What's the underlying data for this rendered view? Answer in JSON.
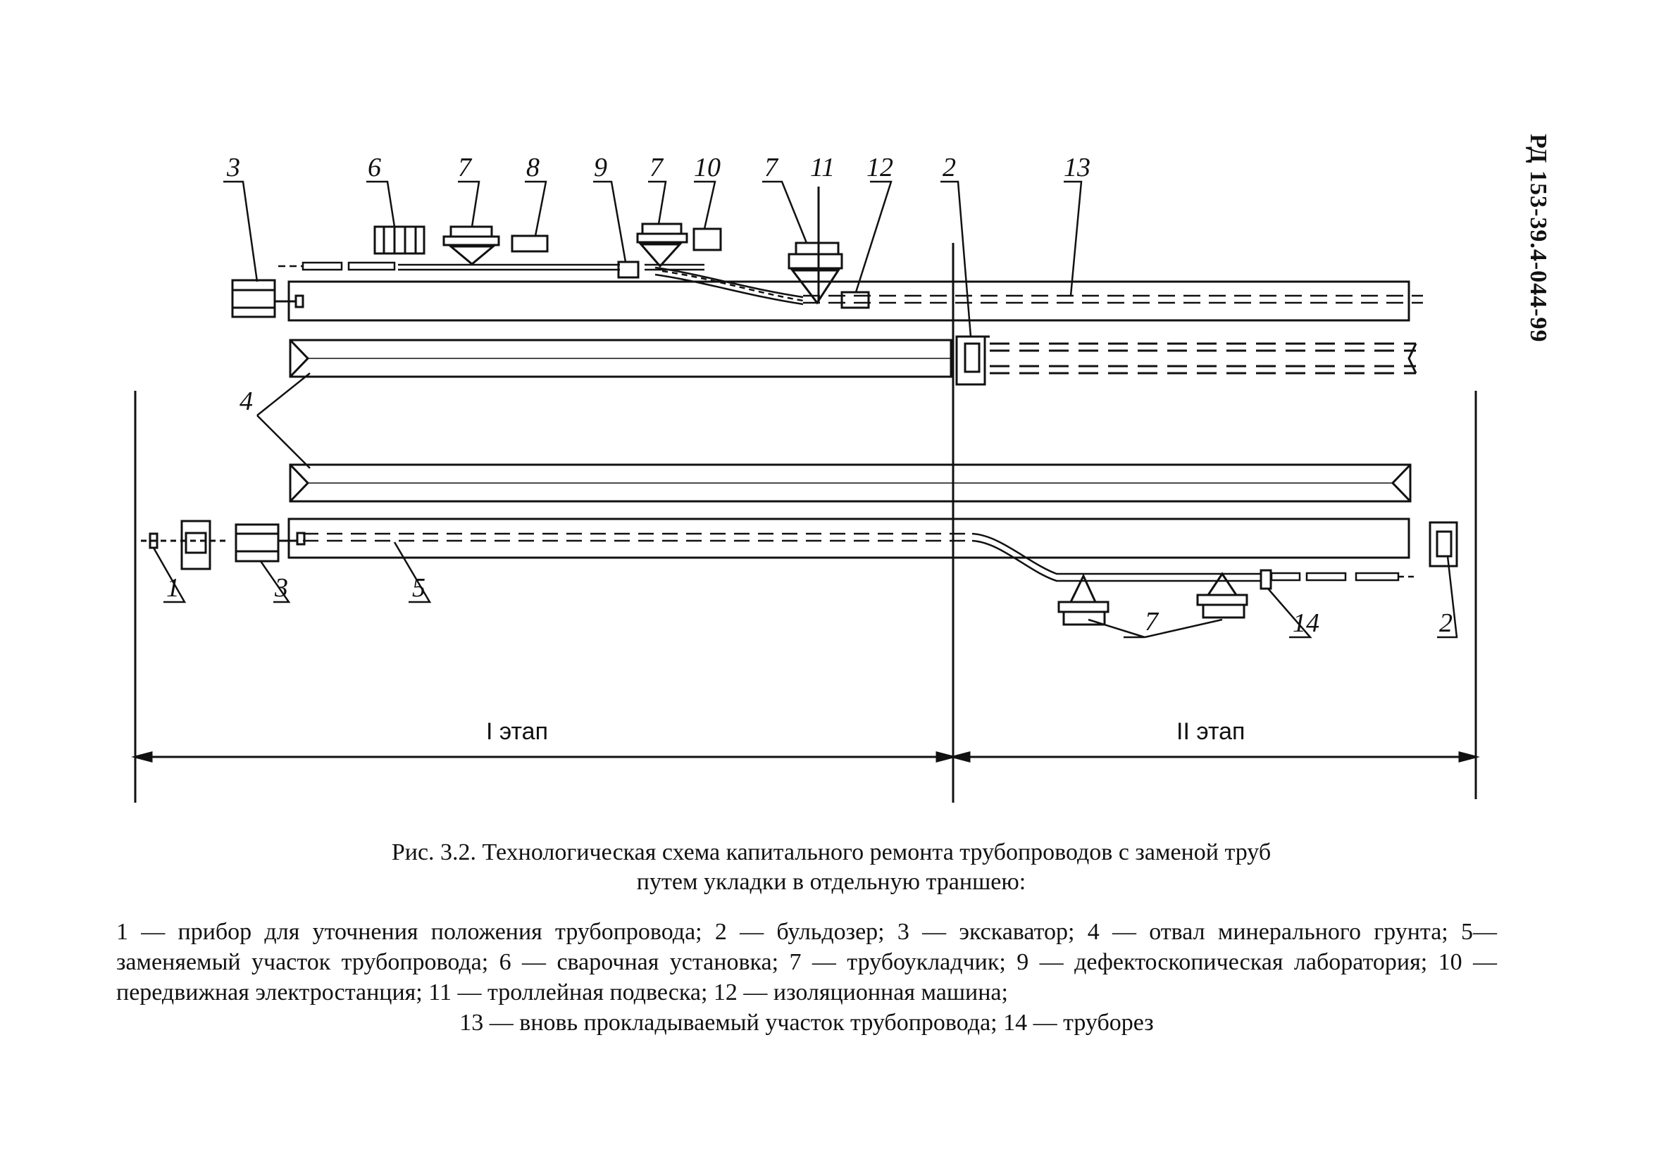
{
  "doc_code": "РД 153-39.4-044-99",
  "callouts": {
    "c1": "1",
    "c2_top": "2",
    "c2_bottom": "2",
    "c3_top": "3",
    "c3_bottom": "3",
    "c4": "4",
    "c5": "5",
    "c6": "6",
    "c7_a": "7",
    "c7_b": "7",
    "c7_c": "7",
    "c7_d": "7",
    "c8": "8",
    "c9": "9",
    "c10": "10",
    "c11": "11",
    "c12": "12",
    "c13": "13",
    "c14": "14"
  },
  "stages": {
    "stage1": "I этап",
    "stage2": "II этап"
  },
  "caption": {
    "line1": "Рис. 3.2. Технологическая схема капитального ремонта трубопроводов с заменой труб",
    "line2": "путем укладки в отдельную траншею:"
  },
  "legend": {
    "text": "1 — прибор для уточнения положения трубопровода; 2 — бульдозер; 3 — экскаватор; 4 — отвал минерального грунта; 5— заменяемый участок трубопровода; 6 — сварочная установка; 7 — трубоукладчик; 9 — дефектоскопическая лаборатория; 10 — передвижная электростанция; 11 — троллейная подвеска; 12 — изоляционная машина;",
    "last": "13 — вновь прокладываемый участок трубопровода; 14 — труборез"
  }
}
